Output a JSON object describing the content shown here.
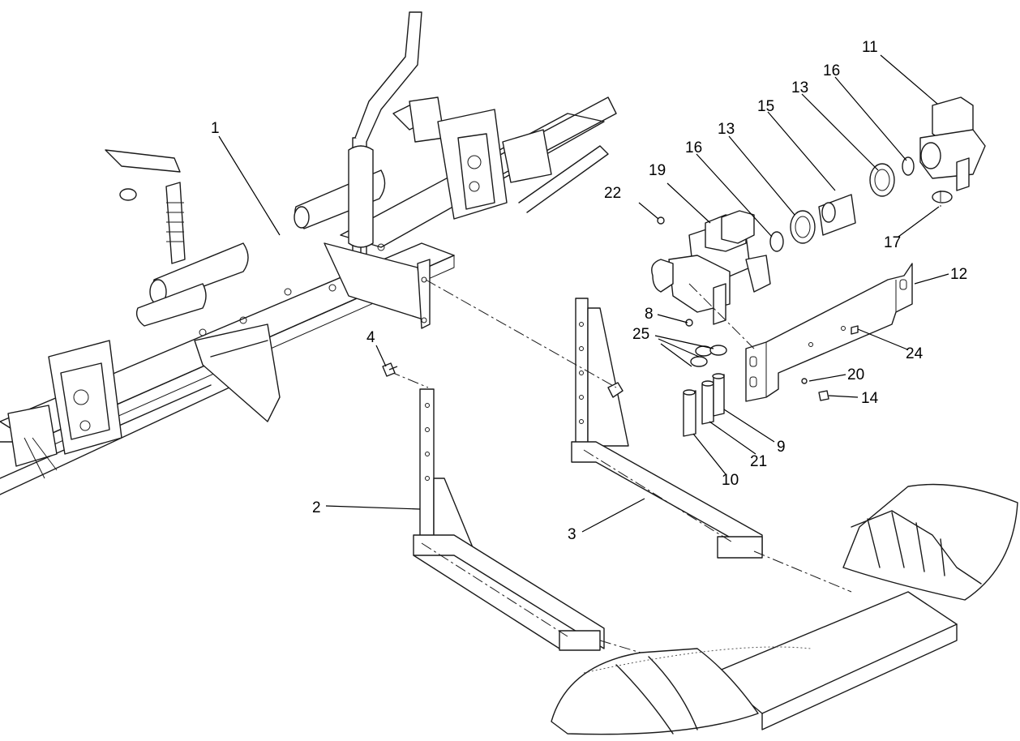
{
  "diagram": {
    "callouts": [
      {
        "id": "c1",
        "label": "1"
      },
      {
        "id": "c2",
        "label": "2"
      },
      {
        "id": "c3",
        "label": "3"
      },
      {
        "id": "c4",
        "label": "4"
      },
      {
        "id": "c8",
        "label": "8"
      },
      {
        "id": "c9",
        "label": "9"
      },
      {
        "id": "c10",
        "label": "10"
      },
      {
        "id": "c11",
        "label": "11"
      },
      {
        "id": "c12",
        "label": "12"
      },
      {
        "id": "c13a",
        "label": "13"
      },
      {
        "id": "c13b",
        "label": "13"
      },
      {
        "id": "c14",
        "label": "14"
      },
      {
        "id": "c15",
        "label": "15"
      },
      {
        "id": "c16a",
        "label": "16"
      },
      {
        "id": "c16b",
        "label": "16"
      },
      {
        "id": "c17",
        "label": "17"
      },
      {
        "id": "c19",
        "label": "19"
      },
      {
        "id": "c20",
        "label": "20"
      },
      {
        "id": "c21",
        "label": "21"
      },
      {
        "id": "c22",
        "label": "22"
      },
      {
        "id": "c24",
        "label": "24"
      },
      {
        "id": "c25",
        "label": "25"
      }
    ]
  }
}
